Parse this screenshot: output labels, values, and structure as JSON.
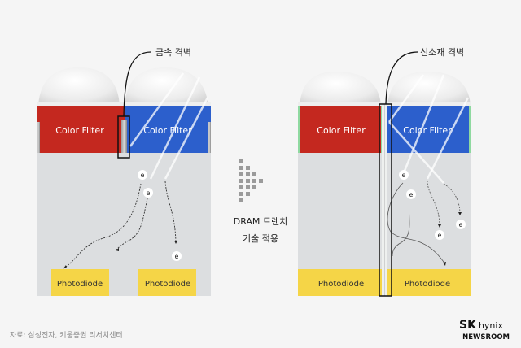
{
  "left_panel": {
    "callout": "금속 격벽",
    "filters": [
      "Color Filter",
      "Color Filter"
    ],
    "photodiodes": [
      "Photodiode",
      "Photodiode"
    ],
    "electron_label": "e"
  },
  "right_panel": {
    "callout": "신소재 격벽",
    "filters": [
      "Color Filter",
      "Color Filter"
    ],
    "photodiodes": [
      "Photodiode",
      "Photodiode"
    ],
    "electron_label": "e"
  },
  "transition": {
    "line1": "DRAM 트렌치",
    "line2": "기술 적용",
    "icon": "dotted-arrow-right-icon"
  },
  "footer": {
    "source": "자료: 삼성전자, 키움증권 리서치센터"
  },
  "logo": {
    "brand_bold": "SK",
    "brand": "hynix",
    "sub": "NEWSROOM"
  },
  "colors": {
    "red_filter": "#c4281f",
    "blue_filter": "#2c5fcc",
    "photodiode": "#f5d547",
    "body": "#dcdee0",
    "green_edge": "#8fd9a0"
  }
}
